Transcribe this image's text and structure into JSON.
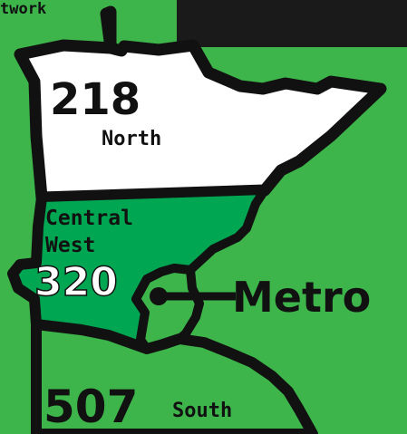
{
  "header": {
    "title_fragment": "twork"
  },
  "regions": [
    {
      "area_code": "218",
      "name": "North"
    },
    {
      "area_code": "320",
      "name_line1": "Central",
      "name_line2": "West"
    },
    {
      "area_code": "507",
      "name": "South"
    }
  ],
  "metro": {
    "label": "Metro"
  },
  "colors": {
    "background": "#3db54a",
    "north_fill": "#ffffff",
    "central_fill": "#00a651",
    "south_fill": "#3db54a",
    "metro_fill": "#3db54a",
    "outline": "#111111",
    "top_bar": "#1a1a1a"
  }
}
